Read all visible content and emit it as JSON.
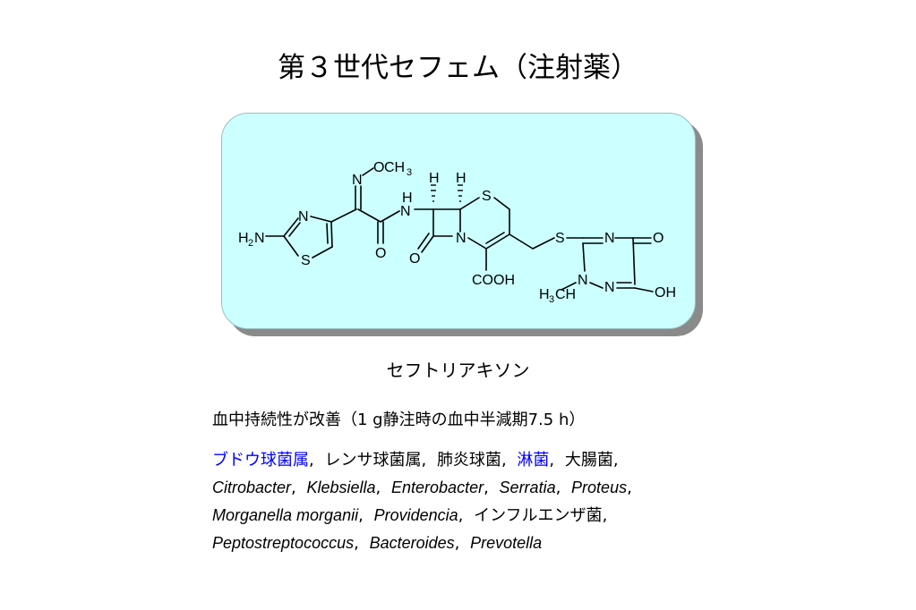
{
  "title": "第３世代セフェム（注射薬）",
  "drug_name": "セフトリアキソン",
  "description": "血中持続性が改善（1 g静注時の血中半減期7.5 h）",
  "structure_labels": {
    "n": "N",
    "o": "O",
    "s": "S",
    "h": "H",
    "ch3": "CH",
    "oxy": "O",
    "three": "3",
    "two": "2",
    "cooh": "COOH",
    "oh": "OH"
  },
  "organisms": {
    "line1": [
      "ブドウ球菌属",
      "レンサ球菌属",
      "肺炎球菌",
      "淋菌",
      "大腸菌"
    ],
    "line2": [
      "Citrobacter",
      "Klebsiella",
      "Enterobacter",
      "Serratia",
      "Proteus"
    ],
    "line3": [
      "Morganella morganii",
      "Providencia",
      "インフルエンザ菌"
    ],
    "line4": [
      "Peptostreptococcus",
      "Bacteroides",
      "Prevotella"
    ]
  },
  "colors": {
    "panel": "#ccffff",
    "highlight": "#0000ff"
  }
}
